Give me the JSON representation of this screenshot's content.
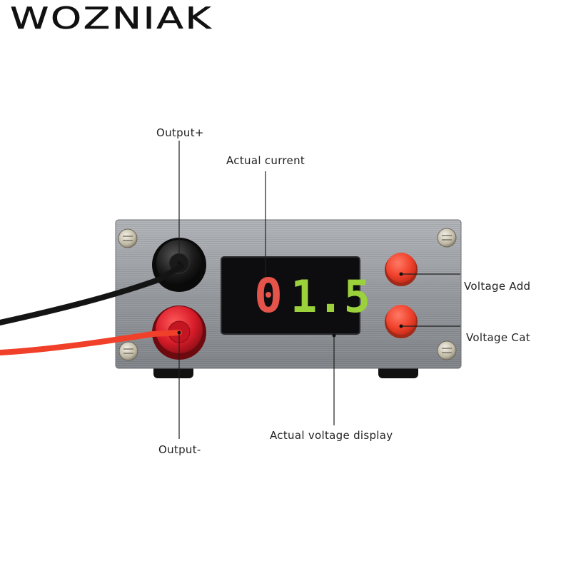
{
  "brand": {
    "logo_text": "WOZNIAK"
  },
  "device": {
    "display": {
      "current_value": "0",
      "voltage_value": "1.5",
      "current_color": "#e4544b",
      "voltage_color": "#9bd23c"
    },
    "panel_color": "#9a9ea3"
  },
  "labels": {
    "output_plus": "Output+",
    "output_minus": "Output-",
    "actual_current": "Actual current",
    "actual_voltage_display": "Actual voltage display",
    "voltage_add": "Voltage Add",
    "voltage_cat": "Voltage Cat"
  }
}
